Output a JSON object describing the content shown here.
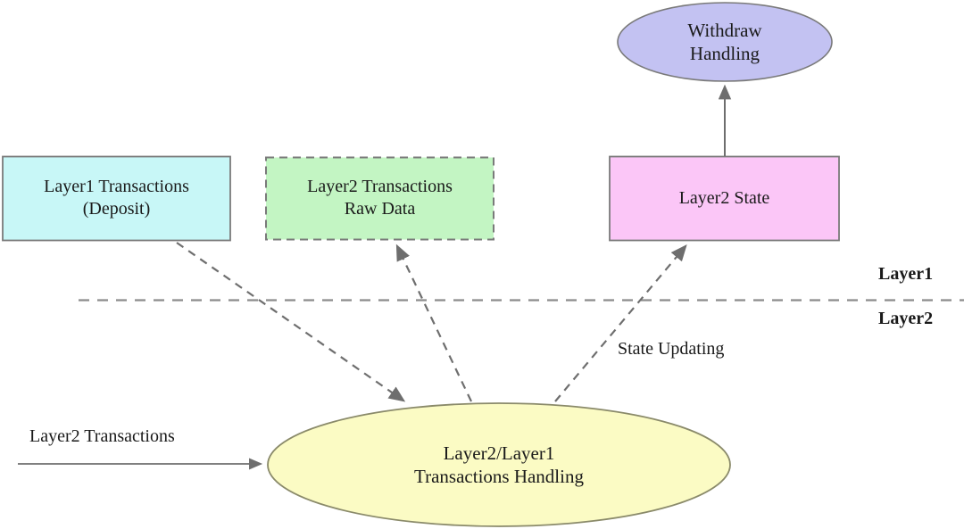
{
  "diagram": {
    "title": "Layer1 / Layer2 transaction handling architecture",
    "background": "#ffffff",
    "edge_color": "#6e6e6e",
    "text_color": "#1a1a1a",
    "nodes": {
      "withdraw_handling": {
        "label": "Withdraw\nHandling",
        "shape": "ellipse",
        "fill": "#c3c2f2",
        "stroke": "#7a7a7a",
        "font_size": 21
      },
      "layer1_transactions": {
        "label": "Layer1 Transactions\n(Deposit)",
        "shape": "rectangle",
        "fill": "#c8f7f7",
        "stroke": "#7a7a7a",
        "border_style": "solid",
        "font_size": 20
      },
      "layer2_raw_data": {
        "label": "Layer2 Transactions\nRaw Data",
        "shape": "rectangle",
        "fill": "#c3f5c3",
        "stroke": "#7a7a7a",
        "border_style": "dashed",
        "font_size": 20
      },
      "layer2_state": {
        "label": "Layer2 State",
        "shape": "rectangle",
        "fill": "#fbc6f7",
        "stroke": "#7a7a7a",
        "border_style": "solid",
        "font_size": 20
      },
      "transactions_handling": {
        "label": "Layer2/Layer1\nTransactions Handling",
        "shape": "ellipse",
        "fill": "#fbfbc4",
        "stroke": "#8a8a6a",
        "font_size": 21
      }
    },
    "edge_labels": {
      "state_updating": "State Updating",
      "layer2_transactions_input": "Layer2 Transactions"
    },
    "layer_divider": {
      "above_label": "Layer1",
      "below_label": "Layer2",
      "style": "dashed",
      "color": "#8c8c8c",
      "font_size": 20
    }
  }
}
